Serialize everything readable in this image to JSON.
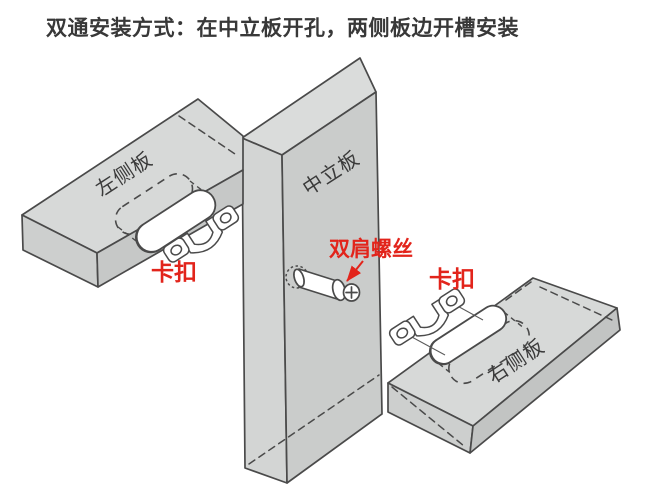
{
  "title": "双通安装方式：在中立板开孔，两侧板边开槽安装",
  "diagram": {
    "labels": {
      "left_panel": "左侧板",
      "middle_panel": "中立板",
      "right_panel": "右侧板",
      "clip_left": "卡扣",
      "clip_right": "卡扣",
      "screw": "双肩螺丝"
    },
    "colors": {
      "label_red": "#e2241b",
      "outline": "#4a4a4a",
      "title_text": "#383838",
      "board_top_face": "#d7d9d8",
      "board_end_face": "#cdcfce",
      "board_edge_face": "#c6c8c7",
      "panel_front_face": "#cacccb",
      "background": "#ffffff"
    }
  }
}
